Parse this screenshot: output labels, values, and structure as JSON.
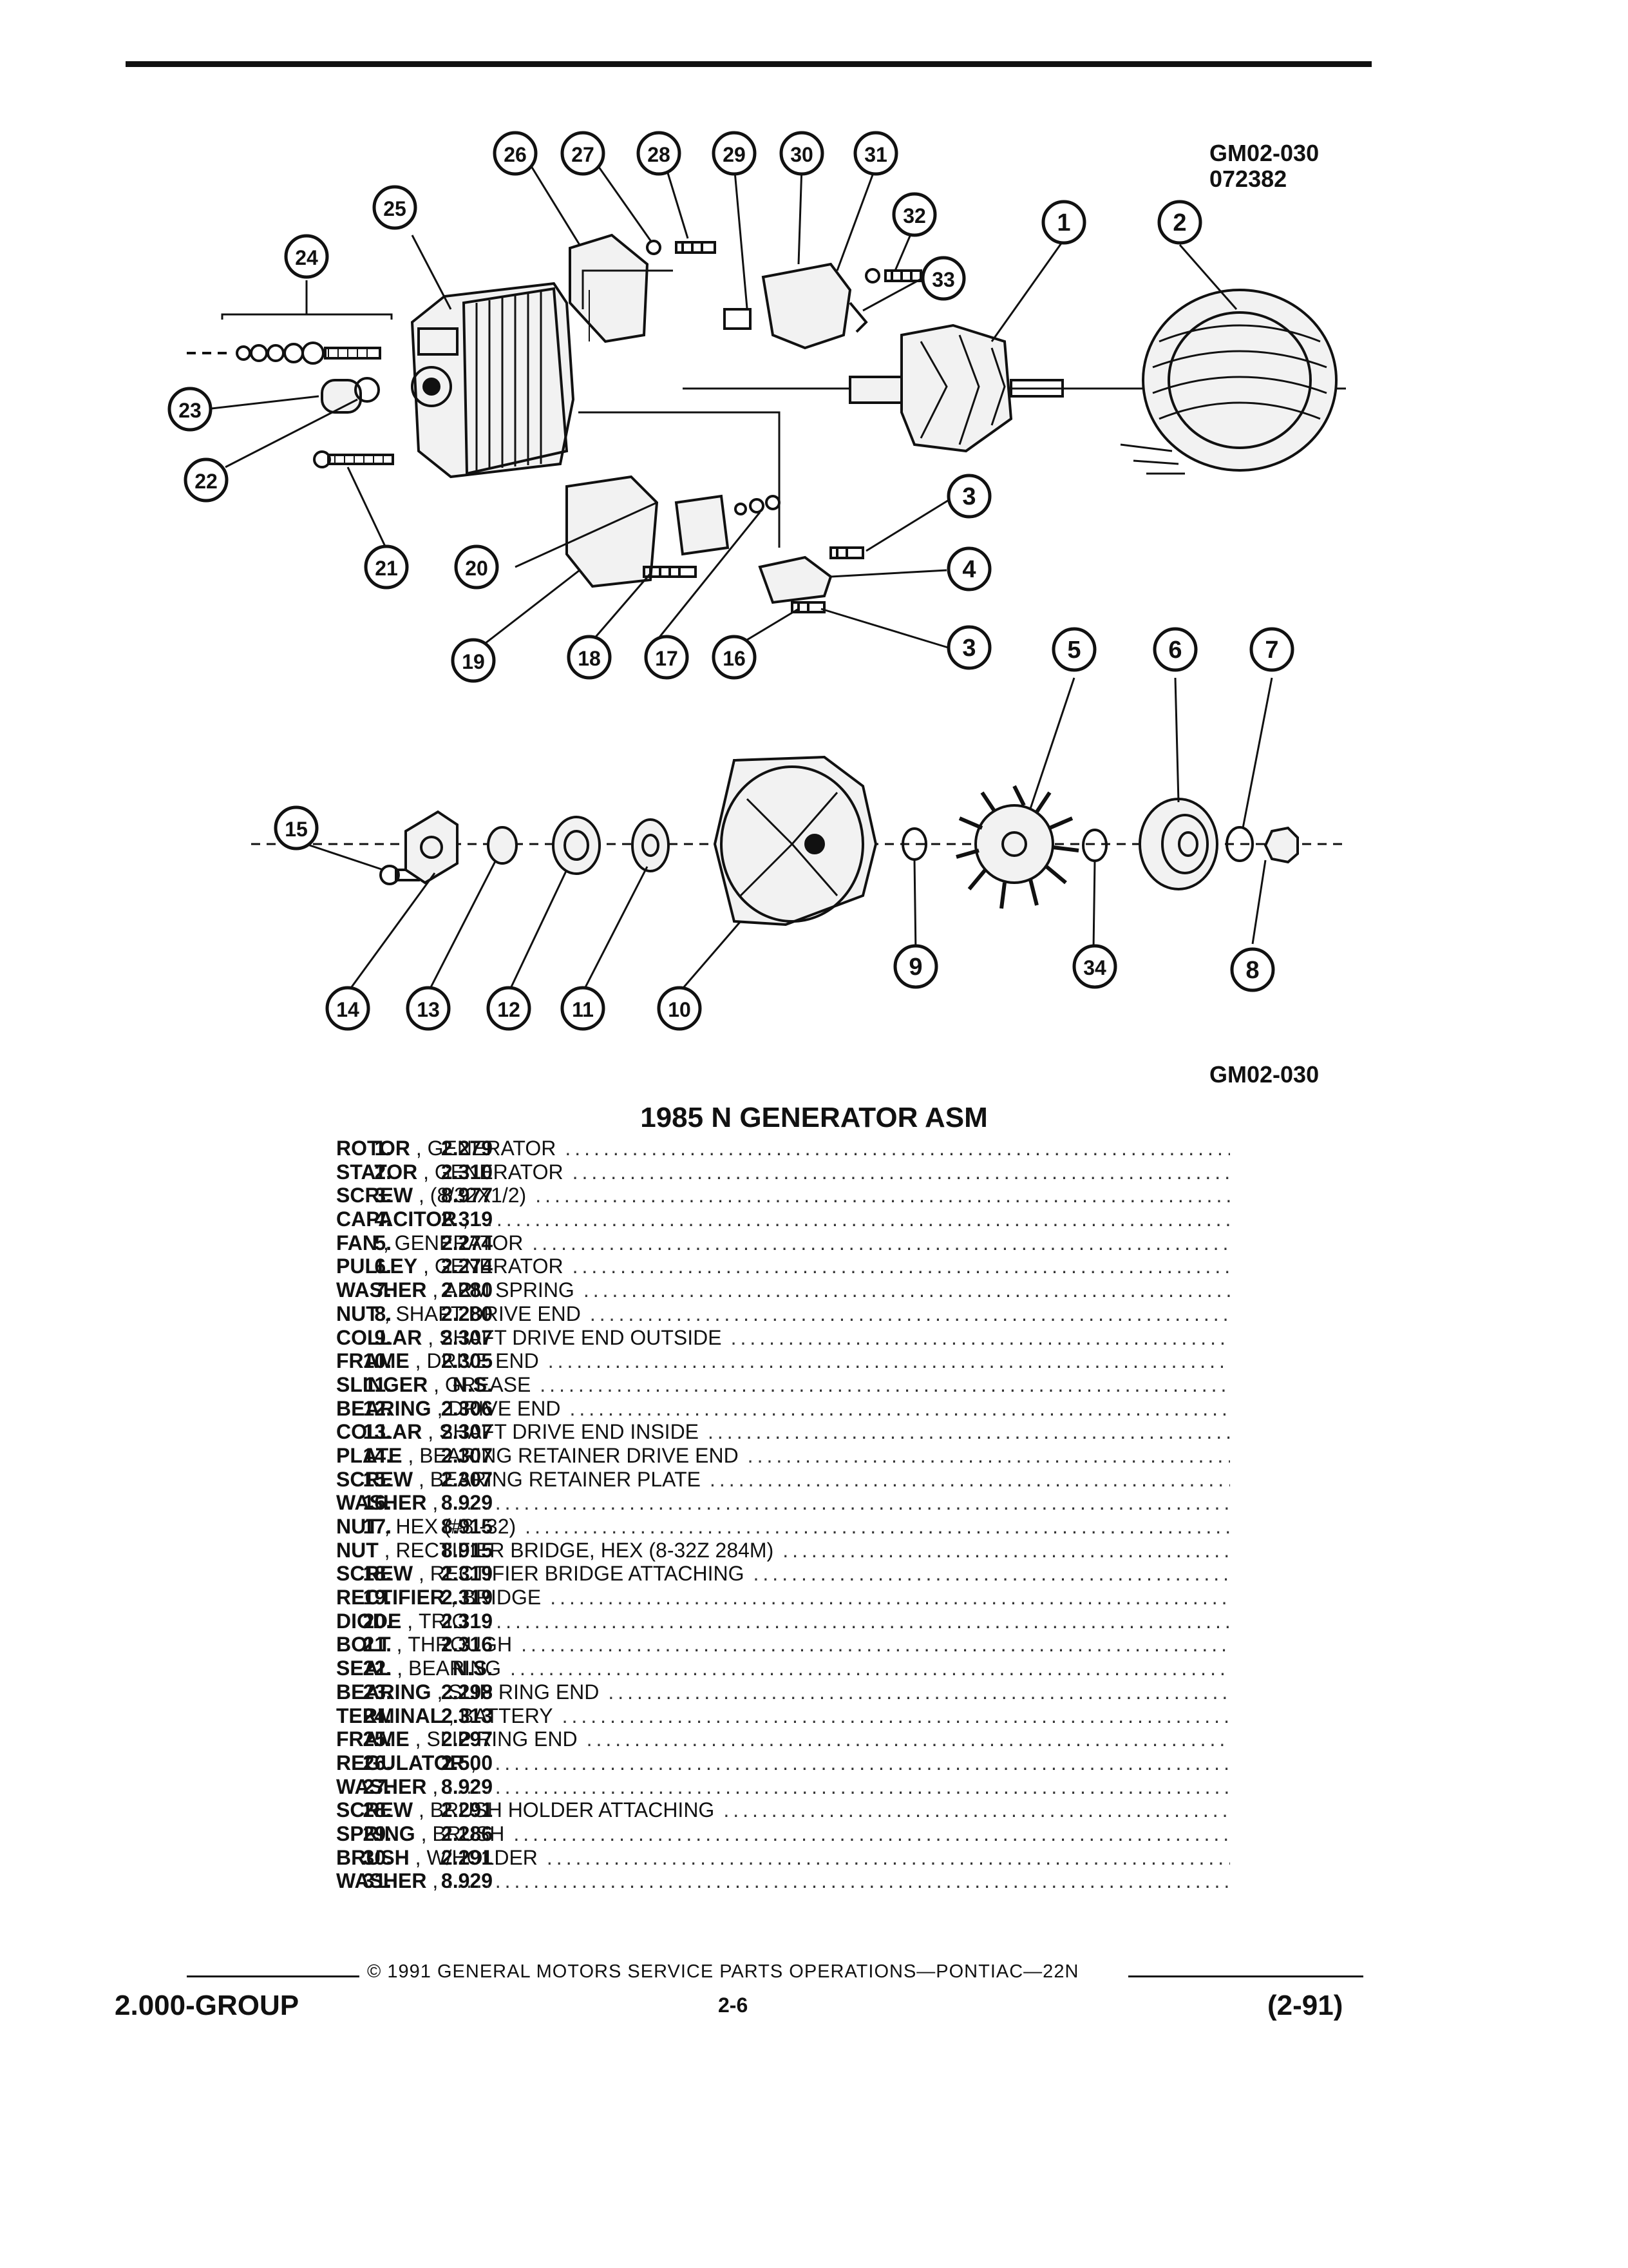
{
  "diagram": {
    "code_top": "GM02-030",
    "date_code": "072382",
    "code_bottom": "GM02-030",
    "callouts": [
      "1",
      "2",
      "3",
      "4",
      "5",
      "6",
      "7",
      "8",
      "9",
      "10",
      "11",
      "12",
      "13",
      "14",
      "15",
      "16",
      "17",
      "18",
      "19",
      "20",
      "21",
      "22",
      "23",
      "24",
      "25",
      "26",
      "27",
      "28",
      "29",
      "30",
      "31",
      "32",
      "33",
      "34"
    ]
  },
  "title": "1985 N GENERATOR ASM",
  "parts": [
    {
      "num": "1.",
      "group": "2.279",
      "name": "ROTOR",
      "desc": "GENERATOR"
    },
    {
      "num": "2.",
      "group": "2.310",
      "name": "STATOR",
      "desc": "GENERATOR"
    },
    {
      "num": "3.",
      "group": "8.977",
      "name": "SCREW",
      "desc": "(8/32X1/2)"
    },
    {
      "num": "4.",
      "group": "2.319",
      "name": "CAPACITOR",
      "desc": ""
    },
    {
      "num": "5.",
      "group": "2.274",
      "name": "FAN",
      "desc": "GENERATOR"
    },
    {
      "num": "6.",
      "group": "2.274",
      "name": "PULLEY",
      "desc": "GENERATOR"
    },
    {
      "num": "7.",
      "group": "2.280",
      "name": "WASHER",
      "desc": "ARM SPRING"
    },
    {
      "num": "8.",
      "group": "2.280",
      "name": "NUT",
      "desc": "SHAFT DRIVE END"
    },
    {
      "num": "9.",
      "group": "2.307",
      "name": "COLLAR",
      "desc": "SHAFT DRIVE END OUTSIDE"
    },
    {
      "num": "10.",
      "group": "2.305",
      "name": "FRAME",
      "desc": "DRIVE END"
    },
    {
      "num": "11.",
      "group": "N.S.",
      "name": "SLINGER",
      "desc": "GREASE"
    },
    {
      "num": "12.",
      "group": "2.306",
      "name": "BEARING",
      "desc": "DRIVE END"
    },
    {
      "num": "13.",
      "group": "2.307",
      "name": "COLLAR",
      "desc": "SHAFT DRIVE END INSIDE"
    },
    {
      "num": "14.",
      "group": "2.307",
      "name": "PLATE",
      "desc": "BEARING RETAINER DRIVE END"
    },
    {
      "num": "15.",
      "group": "2.307",
      "name": "SCREW",
      "desc": "BEARING RETAINER PLATE"
    },
    {
      "num": "16.",
      "group": "8.929",
      "name": "WASHER",
      "desc": ""
    },
    {
      "num": "17.",
      "group": "8.915",
      "name": "NUT",
      "desc": "HEX (#8 -32)"
    },
    {
      "num": "",
      "group": "8.915",
      "name": "NUT",
      "desc": "RECTIFIER BRIDGE, HEX (8-32Z 284M)"
    },
    {
      "num": "18.",
      "group": "2.319",
      "name": "SCREW",
      "desc": "RECTIFIER BRIDGE ATTACHING"
    },
    {
      "num": "19.",
      "group": "2.319",
      "name": "RECTIFIER",
      "desc": "BRIDGE"
    },
    {
      "num": "20.",
      "group": "2.319",
      "name": "DIODE",
      "desc": "TRIO"
    },
    {
      "num": "21.",
      "group": "2.316",
      "name": "BOLT",
      "desc": "THROUGH"
    },
    {
      "num": "22.",
      "group": "N.S.",
      "name": "SEAL",
      "desc": "BEARING"
    },
    {
      "num": "23.",
      "group": "2.298",
      "name": "BEARING",
      "desc": "SLIP RING END"
    },
    {
      "num": "24.",
      "group": "2.313",
      "name": "TERMINAL",
      "desc": "BATTERY"
    },
    {
      "num": "25.",
      "group": "2.297",
      "name": "FRAME",
      "desc": "SLIP RING END"
    },
    {
      "num": "26.",
      "group": "2.500",
      "name": "REGULATOR",
      "desc": ""
    },
    {
      "num": "27.",
      "group": "8.929",
      "name": "WASHER",
      "desc": ""
    },
    {
      "num": "28.",
      "group": "2.291",
      "name": "SCREW",
      "desc": "BRUSH HOLDER ATTACHING"
    },
    {
      "num": "29.",
      "group": "2.286",
      "name": "SPRING",
      "desc": "BRUSH"
    },
    {
      "num": "30.",
      "group": "2.291",
      "name": "BRUSH",
      "desc": "W/HOLDER"
    },
    {
      "num": "31.",
      "group": "8.929",
      "name": "WASHER",
      "desc": ""
    }
  ],
  "footer": {
    "copyright": "© 1991 GENERAL MOTORS SERVICE PARTS OPERATIONS—PONTIAC—22N",
    "group": "2.000-GROUP",
    "page": "2-6",
    "date": "(2-91)"
  }
}
